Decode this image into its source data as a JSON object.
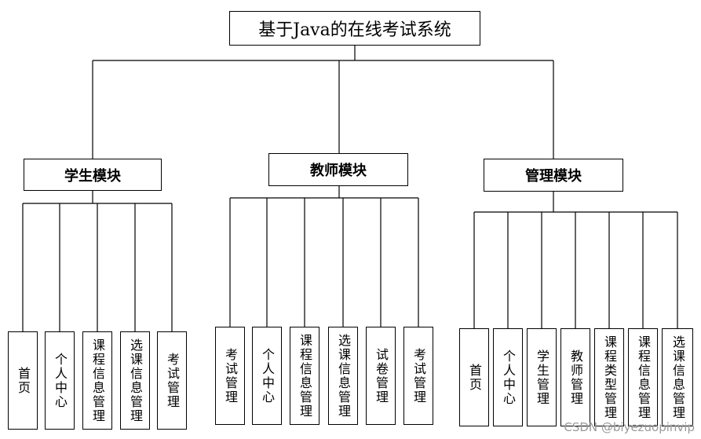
{
  "title": "基于Java的在线考试系统",
  "modules": [
    {
      "label": "学生模块",
      "children": [
        "首页",
        "个人中心",
        "课程信息管理",
        "选课信息管理",
        "考试管理"
      ]
    },
    {
      "label": "教师模块",
      "children": [
        "考试管理",
        "个人中心",
        "课程信息管理",
        "选课信息管理",
        "试卷管理",
        "考试管理"
      ]
    },
    {
      "label": "管理模块",
      "children": [
        "首页",
        "个人中心",
        "学生管理",
        "教师管理",
        "课程类型管理",
        "课程信息管理",
        "选课信息管理"
      ]
    }
  ],
  "watermark": "CSDN @biyezuopinvip",
  "colors": {
    "line": "#000000",
    "box_border": "#000000",
    "watermark": "#9a9a9a"
  }
}
